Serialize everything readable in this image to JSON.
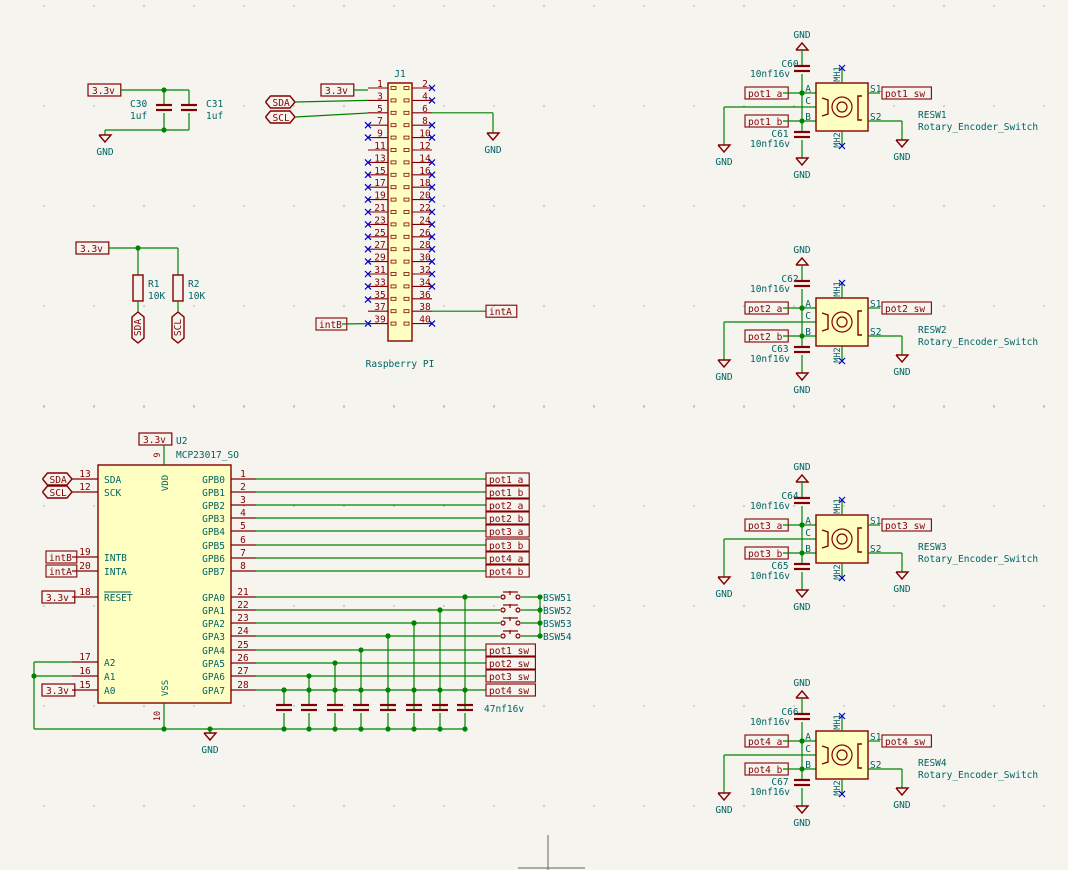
{
  "colors": {
    "bg": "#f5f4ef",
    "wire": "#008400",
    "symbol": "#840000",
    "body": "#ffffc2",
    "ref": "#006464",
    "pinnum": "#840000",
    "label": "#840000",
    "gnd_text": "#006464",
    "nc": "#0000c8",
    "dot": "#008400",
    "pinname": "#006464"
  },
  "power": {
    "v33": "3.3v",
    "gnd": "GND"
  },
  "caps_top": {
    "c30": "C30",
    "c31": "C31",
    "value": "1uf"
  },
  "resistors": [
    {
      "ref": "R1",
      "value": "10K",
      "net": "SDA"
    },
    {
      "ref": "R2",
      "value": "10K",
      "net": "SCL"
    }
  ],
  "rpi": {
    "ref": "J1",
    "value": "Raspberry PI",
    "pins_left": [
      "1",
      "3",
      "5",
      "7",
      "9",
      "11",
      "13",
      "15",
      "17",
      "19",
      "21",
      "23",
      "25",
      "27",
      "29",
      "31",
      "33",
      "35",
      "37",
      "39"
    ],
    "pins_right": [
      "2",
      "4",
      "6",
      "8",
      "10",
      "12",
      "14",
      "16",
      "18",
      "20",
      "22",
      "24",
      "26",
      "28",
      "30",
      "32",
      "34",
      "36",
      "38",
      "40"
    ],
    "sda": "SDA",
    "scl": "SCL",
    "intb": "intB",
    "inta": "intA"
  },
  "u2": {
    "ref": "U2",
    "value": "MCP23017_SO",
    "vdd": "VDD",
    "vss": "VSS",
    "vdd_pin": "9",
    "vss_pin": "10",
    "left_pins": [
      {
        "num": "13",
        "name": "SDA",
        "net": "SDA"
      },
      {
        "num": "12",
        "name": "SCK",
        "net": "SCL"
      },
      {
        "num": "19",
        "name": "INTB",
        "net": "intB"
      },
      {
        "num": "20",
        "name": "INTA",
        "net": "intA"
      },
      {
        "num": "18",
        "name": "RESET",
        "net": "3.3v"
      },
      {
        "num": "17",
        "name": "A2",
        "net": ""
      },
      {
        "num": "16",
        "name": "A1",
        "net": ""
      },
      {
        "num": "15",
        "name": "A0",
        "net": "3.3v"
      }
    ],
    "right_pins": [
      {
        "num": "1",
        "name": "GPB0",
        "net": "pot1_a"
      },
      {
        "num": "2",
        "name": "GPB1",
        "net": "pot1_b"
      },
      {
        "num": "3",
        "name": "GPB2",
        "net": "pot2_a"
      },
      {
        "num": "4",
        "name": "GPB3",
        "net": "pot2_b"
      },
      {
        "num": "5",
        "name": "GPB4",
        "net": "pot3_a"
      },
      {
        "num": "6",
        "name": "GPB5",
        "net": "pot3_b"
      },
      {
        "num": "7",
        "name": "GPB6",
        "net": "pot4_a"
      },
      {
        "num": "8",
        "name": "GPB7",
        "net": "pot4_b"
      },
      {
        "num": "21",
        "name": "GPA0",
        "net": "BSW51"
      },
      {
        "num": "22",
        "name": "GPA1",
        "net": "BSW52"
      },
      {
        "num": "23",
        "name": "GPA2",
        "net": "BSW53"
      },
      {
        "num": "24",
        "name": "GPA3",
        "net": "BSW54"
      },
      {
        "num": "25",
        "name": "GPA4",
        "net": "pot1_sw"
      },
      {
        "num": "26",
        "name": "GPA5",
        "net": "pot2_sw"
      },
      {
        "num": "27",
        "name": "GPA6",
        "net": "pot3_sw"
      },
      {
        "num": "28",
        "name": "GPA7",
        "net": "pot4_sw"
      }
    ]
  },
  "cap_bank_value": "47nf16v",
  "encoders": [
    {
      "ref": "RESW1",
      "value": "Rotary_Encoder_Switch",
      "c_top": "C60",
      "c_bot": "C61",
      "cap_value": "10nf16v",
      "a": "pot1_a",
      "b": "pot1_b",
      "sw": "pot1_sw"
    },
    {
      "ref": "RESW2",
      "value": "Rotary_Encoder_Switch",
      "c_top": "C62",
      "c_bot": "C63",
      "cap_value": "10nf16v",
      "a": "pot2_a",
      "b": "pot2_b",
      "sw": "pot2_sw"
    },
    {
      "ref": "RESW3",
      "value": "Rotary_Encoder_Switch",
      "c_top": "C64",
      "c_bot": "C65",
      "cap_value": "10nf16v",
      "a": "pot3_a",
      "b": "pot3_b",
      "sw": "pot3_sw"
    },
    {
      "ref": "RESW4",
      "value": "Rotary_Encoder_Switch",
      "c_top": "C66",
      "c_bot": "C67",
      "cap_value": "10nf16v",
      "a": "pot4_a",
      "b": "pot4_b",
      "sw": "pot4_sw"
    }
  ],
  "enc_pins": {
    "a": "A",
    "b": "B",
    "c": "C",
    "s1": "S1",
    "s2": "S2",
    "mh1": "MH1",
    "mh2": "MH2"
  }
}
